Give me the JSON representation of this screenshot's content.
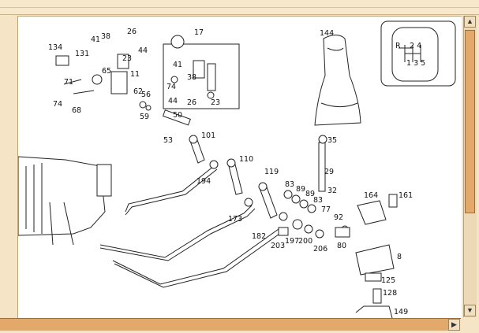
{
  "scroll": {
    "up_icon": "triangle-up-icon",
    "down_icon": "triangle-down-icon",
    "right_icon": "triangle-right-icon"
  },
  "gate": {
    "r": "R",
    "top": "2 4",
    "bottom": "1 3 5"
  },
  "labels": [
    "17",
    "144",
    "41",
    "38",
    "26",
    "44",
    "23",
    "134",
    "131",
    "65",
    "11",
    "62",
    "56",
    "59",
    "71",
    "74",
    "68",
    "41",
    "38",
    "74",
    "44",
    "26",
    "23",
    "50",
    "53",
    "101",
    "35",
    "110",
    "119",
    "29",
    "194",
    "83",
    "89",
    "89",
    "83",
    "32",
    "164",
    "161",
    "173",
    "77",
    "92",
    "182",
    "203",
    "197",
    "200",
    "206",
    "80",
    "8",
    "125",
    "128",
    "149"
  ]
}
